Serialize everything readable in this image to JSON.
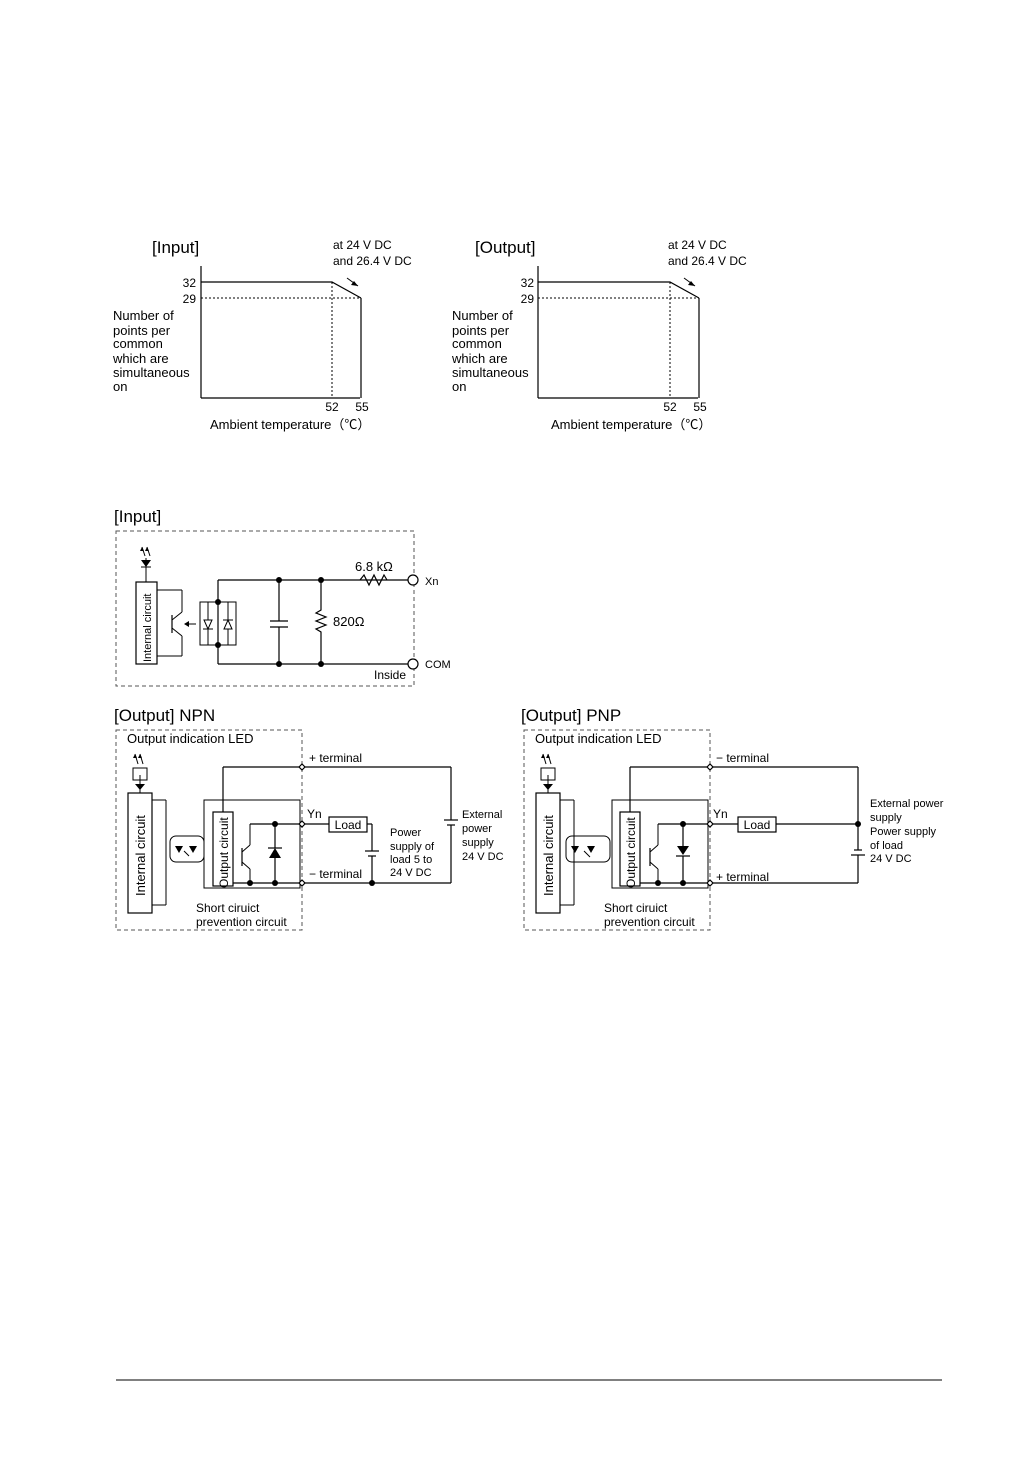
{
  "derating_input": {
    "title": "[Input]",
    "note_line1": "at 24 V DC",
    "note_line2": "and 26.4 V DC",
    "y_ticks": [
      "32",
      "29"
    ],
    "x_ticks": [
      "52",
      "55"
    ],
    "ylabel_lines": [
      "Number of",
      "points per",
      "common",
      "which are",
      "simultaneous",
      "on"
    ],
    "xlabel": "Ambient temperature（℃）"
  },
  "derating_output": {
    "title": "[Output]",
    "note_line1": "at 24 V DC",
    "note_line2": "and 26.4 V DC",
    "y_ticks": [
      "32",
      "29"
    ],
    "x_ticks": [
      "52",
      "55"
    ],
    "ylabel_lines": [
      "Number of",
      "points per",
      "common",
      "which are",
      "simultaneous",
      "on"
    ],
    "xlabel": "Ambient temperature（℃）"
  },
  "chart_data": [
    {
      "type": "line",
      "title": "[Input]",
      "xlabel": "Ambient temperature（℃）",
      "ylabel": "Number of points per common which are simultaneous on",
      "x_ticks": [
        52,
        55
      ],
      "y_ticks": [
        29,
        32
      ],
      "annotation": "at 24 V DC and 26.4 V DC",
      "series": [
        {
          "x": [
            0,
            52,
            55
          ],
          "y": [
            32,
            32,
            29
          ]
        }
      ]
    },
    {
      "type": "line",
      "title": "[Output]",
      "xlabel": "Ambient temperature（℃）",
      "ylabel": "Number of points per common which are simultaneous on",
      "x_ticks": [
        52,
        55
      ],
      "y_ticks": [
        29,
        32
      ],
      "annotation": "at 24 V DC and 26.4 V DC",
      "series": [
        {
          "x": [
            0,
            52,
            55
          ],
          "y": [
            32,
            32,
            29
          ]
        }
      ]
    }
  ],
  "input_circuit": {
    "title": "[Input]",
    "internal_circuit": "Internal circuit",
    "resistor_series": "6.8 kΩ",
    "resistor_shunt": "820Ω",
    "terminal_xn": "Xn",
    "terminal_com": "COM",
    "inside_label": "Inside"
  },
  "npn_circuit": {
    "title": "[Output] NPN",
    "led_label": "Output indication LED",
    "internal_circuit": "Internal circuit",
    "output_circuit": "Output circuit",
    "plus_terminal": "+ terminal",
    "minus_terminal": "− terminal",
    "yn": "Yn",
    "load": "Load",
    "load_supply_lines": [
      "Power",
      "supply of",
      "load 5 to",
      "24 V DC"
    ],
    "ext_supply_lines": [
      "External",
      "power",
      "supply",
      "24 V DC"
    ],
    "short_circuit_lines": [
      "Short ciruict",
      "prevention circuit"
    ]
  },
  "pnp_circuit": {
    "title": "[Output] PNP",
    "led_label": "Output indication LED",
    "internal_circuit": "Internal circuit",
    "output_circuit": "Output circuit",
    "minus_terminal": "− terminal",
    "plus_terminal": "+ terminal",
    "yn": "Yn",
    "load": "Load",
    "supply_lines": [
      "External power",
      "supply",
      "Power supply",
      "of load",
      "24 V DC"
    ],
    "short_circuit_lines": [
      "Short ciruict",
      "prevention circuit"
    ]
  }
}
